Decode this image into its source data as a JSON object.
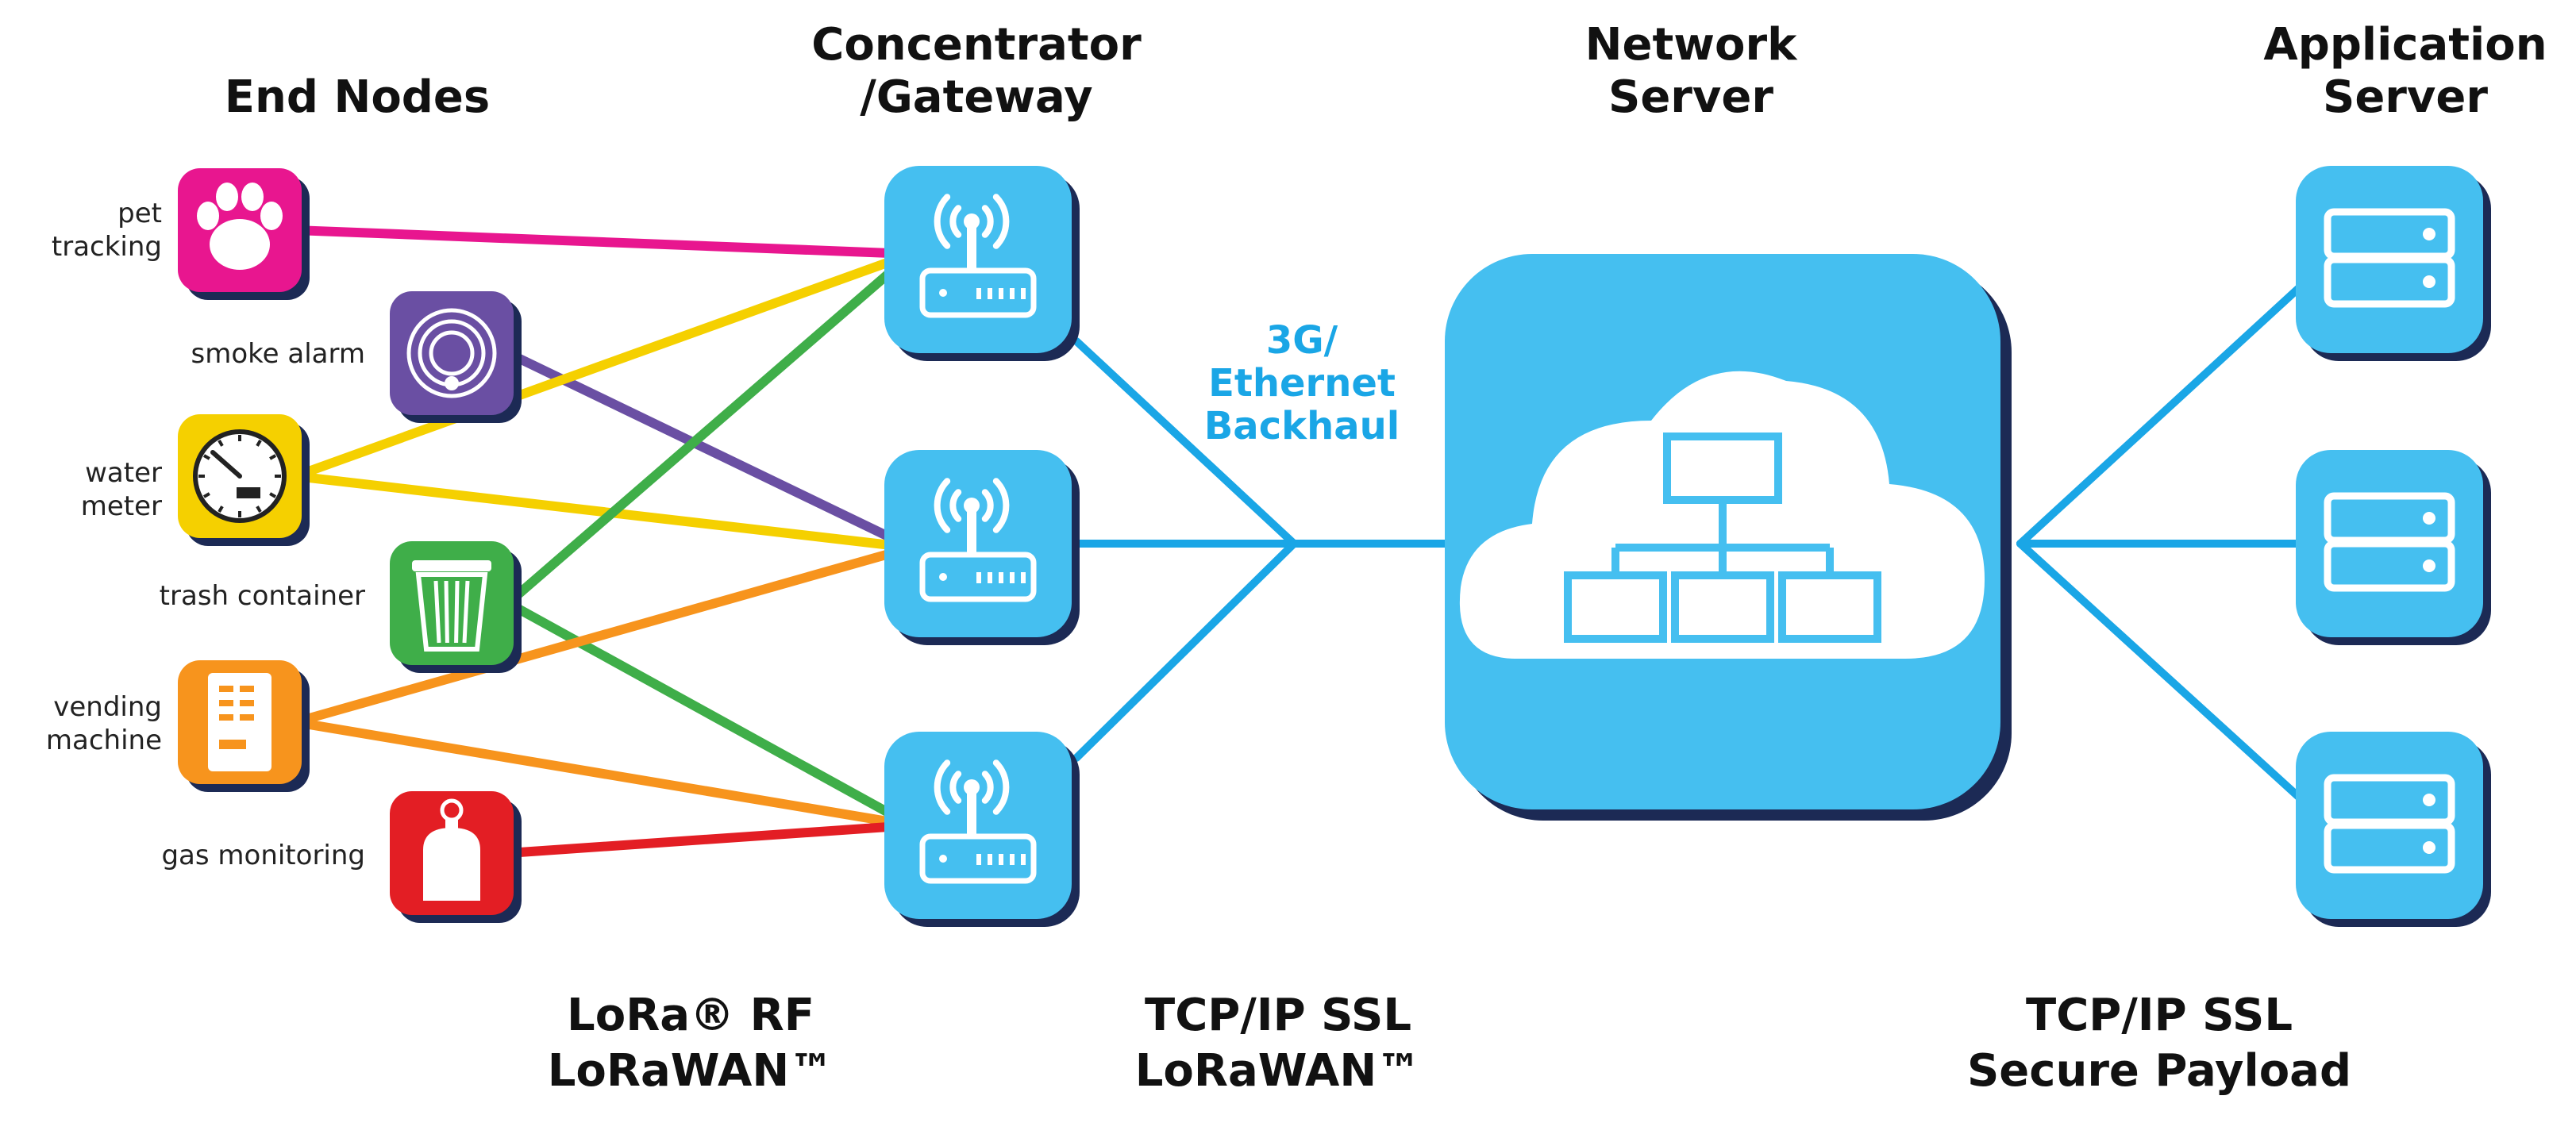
{
  "columns": {
    "end_nodes": "End Nodes",
    "gateway": [
      "Concentrator",
      "/Gateway"
    ],
    "network_server": [
      "Network",
      "Server"
    ],
    "application_server": [
      "Application",
      "Server"
    ]
  },
  "end_nodes": [
    {
      "label": [
        "pet",
        "tracking"
      ],
      "color": "#e8168f",
      "icon": "paw-icon"
    },
    {
      "label": [
        "smoke alarm"
      ],
      "color": "#6a4fa3",
      "icon": "smoke-alarm-icon"
    },
    {
      "label": [
        "water",
        "meter"
      ],
      "color": "#f5d000",
      "icon": "meter-icon"
    },
    {
      "label": [
        "trash container"
      ],
      "color": "#3fae49",
      "icon": "trash-icon"
    },
    {
      "label": [
        "vending",
        "machine"
      ],
      "color": "#f7941d",
      "icon": "vending-machine-icon"
    },
    {
      "label": [
        "gas monitoring"
      ],
      "color": "#e31e24",
      "icon": "gas-cylinder-icon"
    }
  ],
  "links": [
    {
      "node": 0,
      "gateway": 0
    },
    {
      "node": 1,
      "gateway": 1
    },
    {
      "node": 2,
      "gateway": 0
    },
    {
      "node": 2,
      "gateway": 1
    },
    {
      "node": 3,
      "gateway": 0
    },
    {
      "node": 3,
      "gateway": 2
    },
    {
      "node": 4,
      "gateway": 1
    },
    {
      "node": 4,
      "gateway": 2
    },
    {
      "node": 5,
      "gateway": 2
    }
  ],
  "gateways": [
    {
      "icon": "antenna-router-icon"
    },
    {
      "icon": "antenna-router-icon"
    },
    {
      "icon": "antenna-router-icon"
    }
  ],
  "app_servers": [
    {
      "icon": "server-icon"
    },
    {
      "icon": "server-icon"
    },
    {
      "icon": "server-icon"
    }
  ],
  "network_icon": "cloud-network-icon",
  "backhaul_label": [
    "3G/",
    "Ethernet",
    "Backhaul"
  ],
  "protocols": {
    "rf": [
      "LoRa® RF",
      "LoRaWAN™"
    ],
    "backhaul": [
      "TCP/IP SSL",
      "LoRaWAN™"
    ],
    "app": [
      "TCP/IP SSL",
      "Secure Payload"
    ]
  },
  "colors": {
    "accent_blue": "#45bff0",
    "link_blue": "#1aa6e6",
    "shadow": "#1c2a55"
  }
}
